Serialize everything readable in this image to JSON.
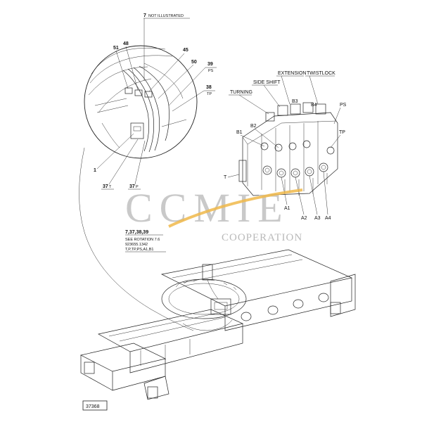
{
  "callouts": {
    "not_illustrated_num": "7",
    "not_illustrated_text": "NOT ILLUSTRATED",
    "c51": "51",
    "c48": "48",
    "c45": "45",
    "c50": "50",
    "c39": "39",
    "c39_sub": "PS",
    "c38": "38",
    "c38_sub": "TP",
    "c1": "1",
    "c37t": "37",
    "c37t_sub": "T",
    "c37p": "37",
    "c37p_sub": "P"
  },
  "valve": {
    "side_shift": "SIDE SHIFT",
    "extension": "EXTENSION",
    "twistlock": "TWISTLOCK",
    "turning": "TURNING",
    "b1": "B1",
    "b2": "B2",
    "b3": "B3",
    "b4": "B4",
    "ps": "PS",
    "tp": "TP",
    "t": "T",
    "a1": "A1",
    "a2": "A2",
    "a3": "A3",
    "a4": "A4"
  },
  "note": {
    "title": "7,37,38,39",
    "line1": "SEE ROTATION 7.6",
    "line2": "923655.1342",
    "line3": "T,P,TP,PS,A1,B1"
  },
  "figure_number": "37368",
  "watermark": {
    "brand": "CCMIE",
    "subtitle": "COOPERATION"
  }
}
